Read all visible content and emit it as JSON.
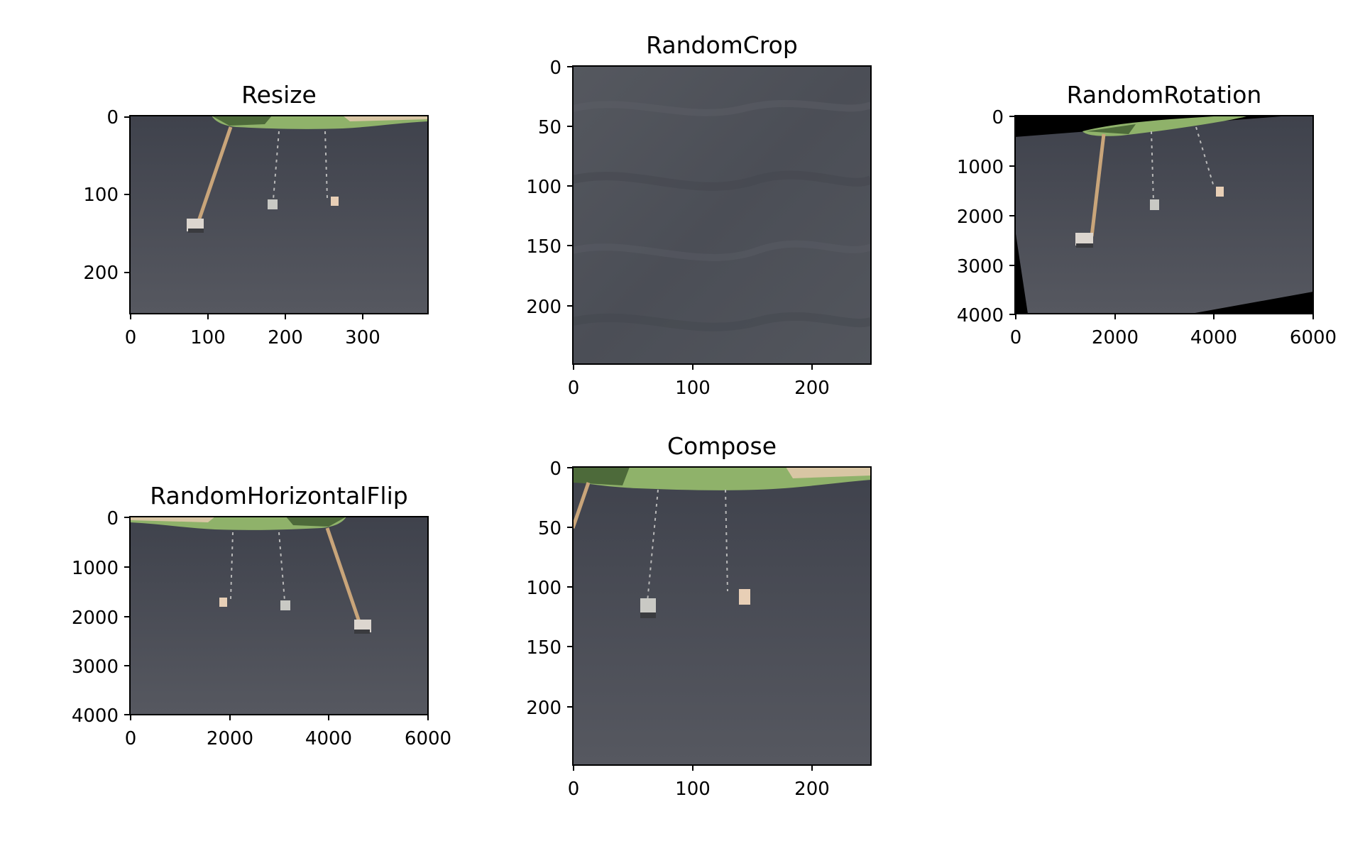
{
  "figure": {
    "panels": [
      {
        "id": "resize",
        "title": "Resize",
        "image": "pier-aerial",
        "xticks": [
          "0",
          "100",
          "200",
          "300"
        ],
        "yticks": [
          "0",
          "100",
          "200"
        ],
        "xlim": [
          0,
          384
        ],
        "ylim": [
          256,
          0
        ]
      },
      {
        "id": "randomcrop",
        "title": "RandomCrop",
        "image": "water-only",
        "xticks": [
          "0",
          "100",
          "200"
        ],
        "yticks": [
          "0",
          "50",
          "100",
          "150",
          "200"
        ],
        "xlim": [
          0,
          250
        ],
        "ylim": [
          250,
          0
        ]
      },
      {
        "id": "randomrotation",
        "title": "RandomRotation",
        "image": "pier-aerial-rotated",
        "xticks": [
          "0",
          "2000",
          "4000",
          "6000"
        ],
        "yticks": [
          "0",
          "1000",
          "2000",
          "3000",
          "4000"
        ],
        "xlim": [
          0,
          6000
        ],
        "ylim": [
          4000,
          0
        ]
      },
      {
        "id": "randomhorizontalflip",
        "title": "RandomHorizontalFlip",
        "image": "pier-aerial-flipped",
        "xticks": [
          "0",
          "2000",
          "4000",
          "6000"
        ],
        "yticks": [
          "0",
          "1000",
          "2000",
          "3000",
          "4000"
        ],
        "xlim": [
          0,
          6000
        ],
        "ylim": [
          4000,
          0
        ]
      },
      {
        "id": "compose",
        "title": "Compose",
        "image": "pier-aerial-cropped",
        "xticks": [
          "0",
          "100",
          "200"
        ],
        "yticks": [
          "0",
          "50",
          "100",
          "150",
          "200"
        ],
        "xlim": [
          0,
          250
        ],
        "ylim": [
          250,
          0
        ]
      }
    ]
  },
  "colors": {
    "water": "#4a4d56",
    "shore_grass": "#8fb26a",
    "shore_sand": "#d8c6a4",
    "trees": "#4d6a3a",
    "pier": "#c9a57a",
    "boathouse": "#e8dccd",
    "rotation_fill": "#000000"
  }
}
